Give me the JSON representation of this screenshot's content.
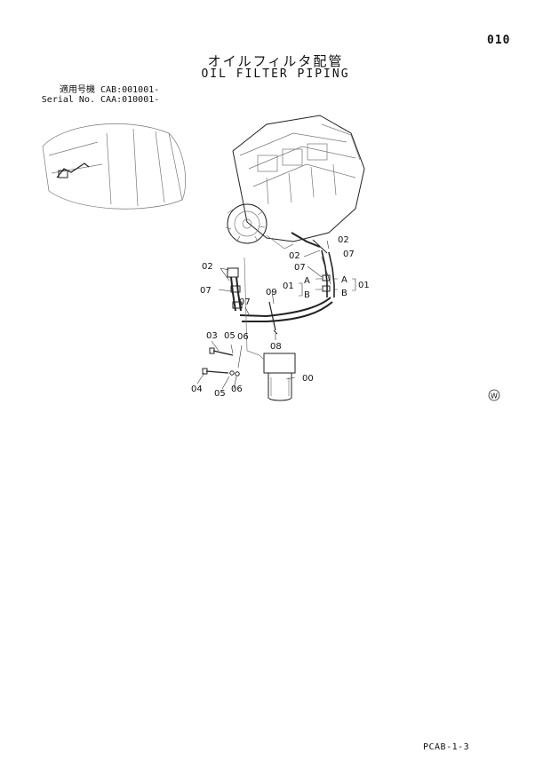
{
  "page_number": "010",
  "title_jp": "オイルフィルタ配管",
  "title_en": "OIL FILTER PIPING",
  "serial_info": [
    {
      "label": "適用号機",
      "value": "CAB:001001-"
    },
    {
      "label": "Serial No.",
      "value": "CAA:010001-"
    }
  ],
  "callouts": {
    "c00": "00",
    "c01_left": "01",
    "c01_right": "01",
    "c02_top_left": "02",
    "c02_right_mid": "02",
    "c02_right_top": "02",
    "c03": "03",
    "c04": "04",
    "c05_top": "05",
    "c05_bottom": "05",
    "c06_top": "06",
    "c06_bottom": "06",
    "c07_left": "07",
    "c07_mid": "07",
    "c07_right_a": "07",
    "c07_right_b": "07",
    "c08": "08",
    "c09": "09",
    "port_a_left": "A",
    "port_b_left": "B",
    "port_a_right": "A",
    "port_b_right": "B"
  },
  "w_mark": "W",
  "footer_code": "PCAB-1-3"
}
